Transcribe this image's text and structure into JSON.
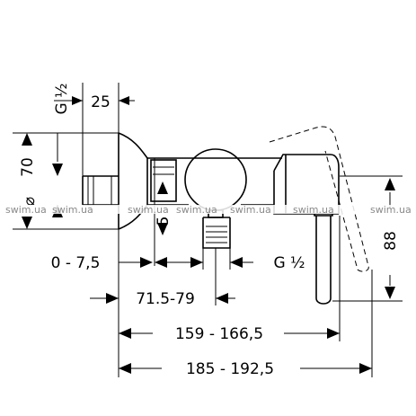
{
  "dimensions": {
    "g_half_top": "G ½",
    "width_25": "25",
    "height_70": "70",
    "diameter_symbol": "⌀",
    "depth_5": "5",
    "offset_range": "0 - 7,5",
    "g_half_bottom": "G ½",
    "range_71_79": "71.5-79",
    "range_159": "159 - 166,5",
    "range_185": "185 - 192,5",
    "height_88": "88"
  },
  "watermark": {
    "text": "swim.ua"
  }
}
